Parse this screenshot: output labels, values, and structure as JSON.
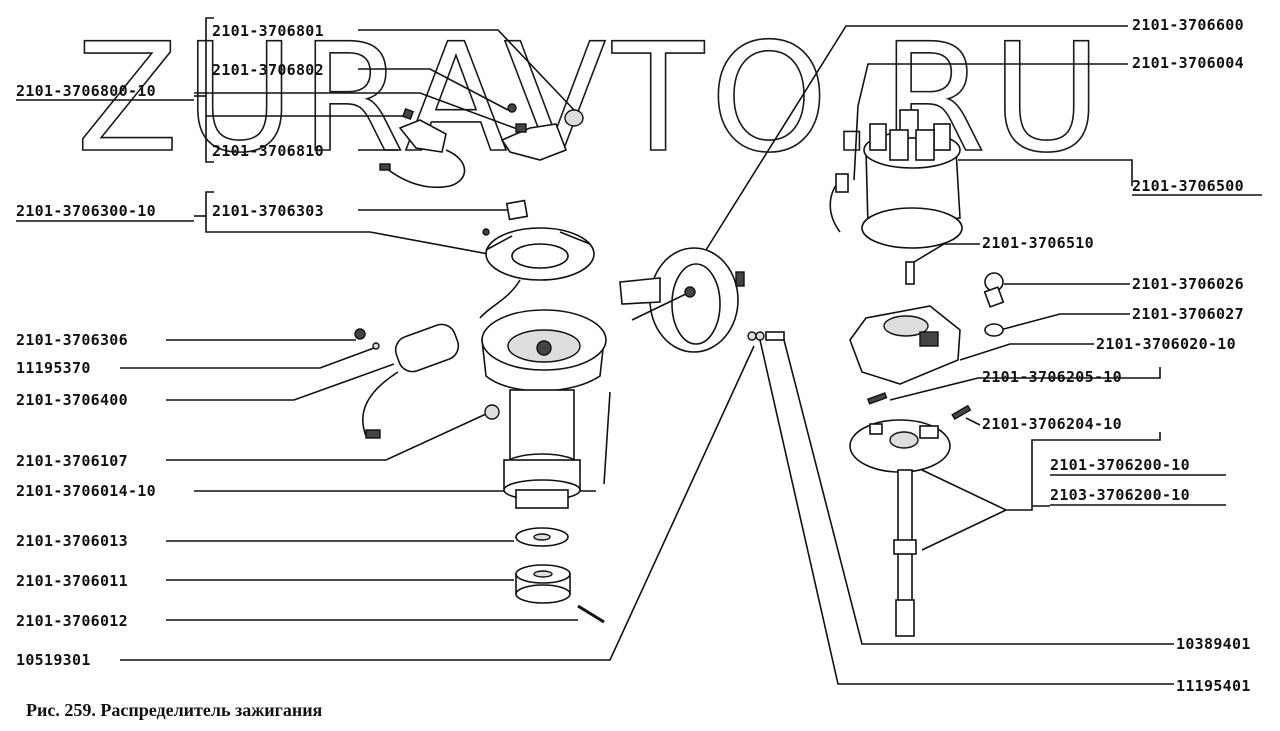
{
  "watermark": "ZURAVTO.RU",
  "caption": "Рис. 259. Распределитель зажигания",
  "labels": {
    "l1": "2101-3706801",
    "l2": "2101-3706802",
    "l3": "2101-3706800-10",
    "l4": "2101-3706810",
    "l5": "2101-3706300-10",
    "l6": "2101-3706303",
    "l7": "2101-3706306",
    "l8": "11195370",
    "l9": "2101-3706400",
    "l10": "2101-3706107",
    "l11": "2101-3706014-10",
    "l12": "2101-3706013",
    "l13": "2101-3706011",
    "l14": "2101-3706012",
    "l15": "10519301",
    "r1": "2101-3706600",
    "r2": "2101-3706004",
    "r3": "2101-3706500",
    "r4": "2101-3706510",
    "r5": "2101-3706026",
    "r6": "2101-3706027",
    "r7": "2101-3706020-10",
    "r8": "2101-3706205-10",
    "r9": "2101-3706204-10",
    "r10": "2101-3706200-10",
    "r11": "2103-3706200-10",
    "r12": "10389401",
    "r13": "11195401"
  }
}
